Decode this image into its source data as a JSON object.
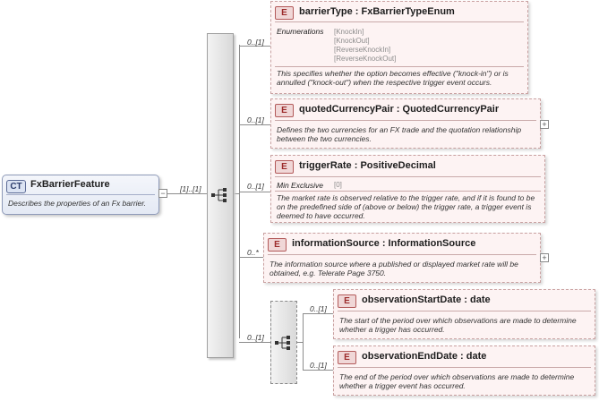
{
  "complex_type": {
    "badge": "CT",
    "name": "FxBarrierFeature",
    "description": "Describes the properties of an Fx barrier."
  },
  "sequence_cardinality": "[1]..[1]",
  "elements": [
    {
      "badge": "E",
      "title": "barrierType : FxBarrierTypeEnum",
      "cardinality": "0..[1]",
      "facet_label": "Enumerations",
      "facet_values": [
        "[KnockIn]",
        "[KnockOut]",
        "[ReverseKnockIn]",
        "[ReverseKnockOut]"
      ],
      "description": "This specifies whether the option becomes effective (\"knock-in\") or is annulled (\"knock-out\") when the respective trigger event occurs."
    },
    {
      "badge": "E",
      "title": "quotedCurrencyPair : QuotedCurrencyPair",
      "cardinality": "0..[1]",
      "description": "Defines the two currencies for an FX trade and the quotation relationship between the two currencies."
    },
    {
      "badge": "E",
      "title": "triggerRate : PositiveDecimal",
      "cardinality": "0..[1]",
      "facet_label": "Min Exclusive",
      "facet_values": [
        "[0]"
      ],
      "description": "The market rate is observed relative to the trigger rate, and if it is found to be on the predefined side of (above or below) the trigger rate, a trigger event is deemed to have occurred."
    },
    {
      "badge": "E",
      "title": "informationSource : InformationSource",
      "cardinality": "0..*",
      "description": "The information source where a published or displayed market rate will be obtained, e.g. Telerate Page 3750."
    },
    {
      "badge": "E",
      "title": "observationStartDate : date",
      "cardinality": "0..[1]",
      "description": "The start of the period over which observations are made to determine whether a trigger has occurred."
    },
    {
      "badge": "E",
      "title": "observationEndDate : date",
      "cardinality": "0..[1]",
      "description": "The end of the period over which observations are made to determine whether a trigger event has occurred."
    }
  ],
  "sub_sequence_cardinality": "0..[1]",
  "toggles": {
    "collapse": "−",
    "expand": "+"
  }
}
